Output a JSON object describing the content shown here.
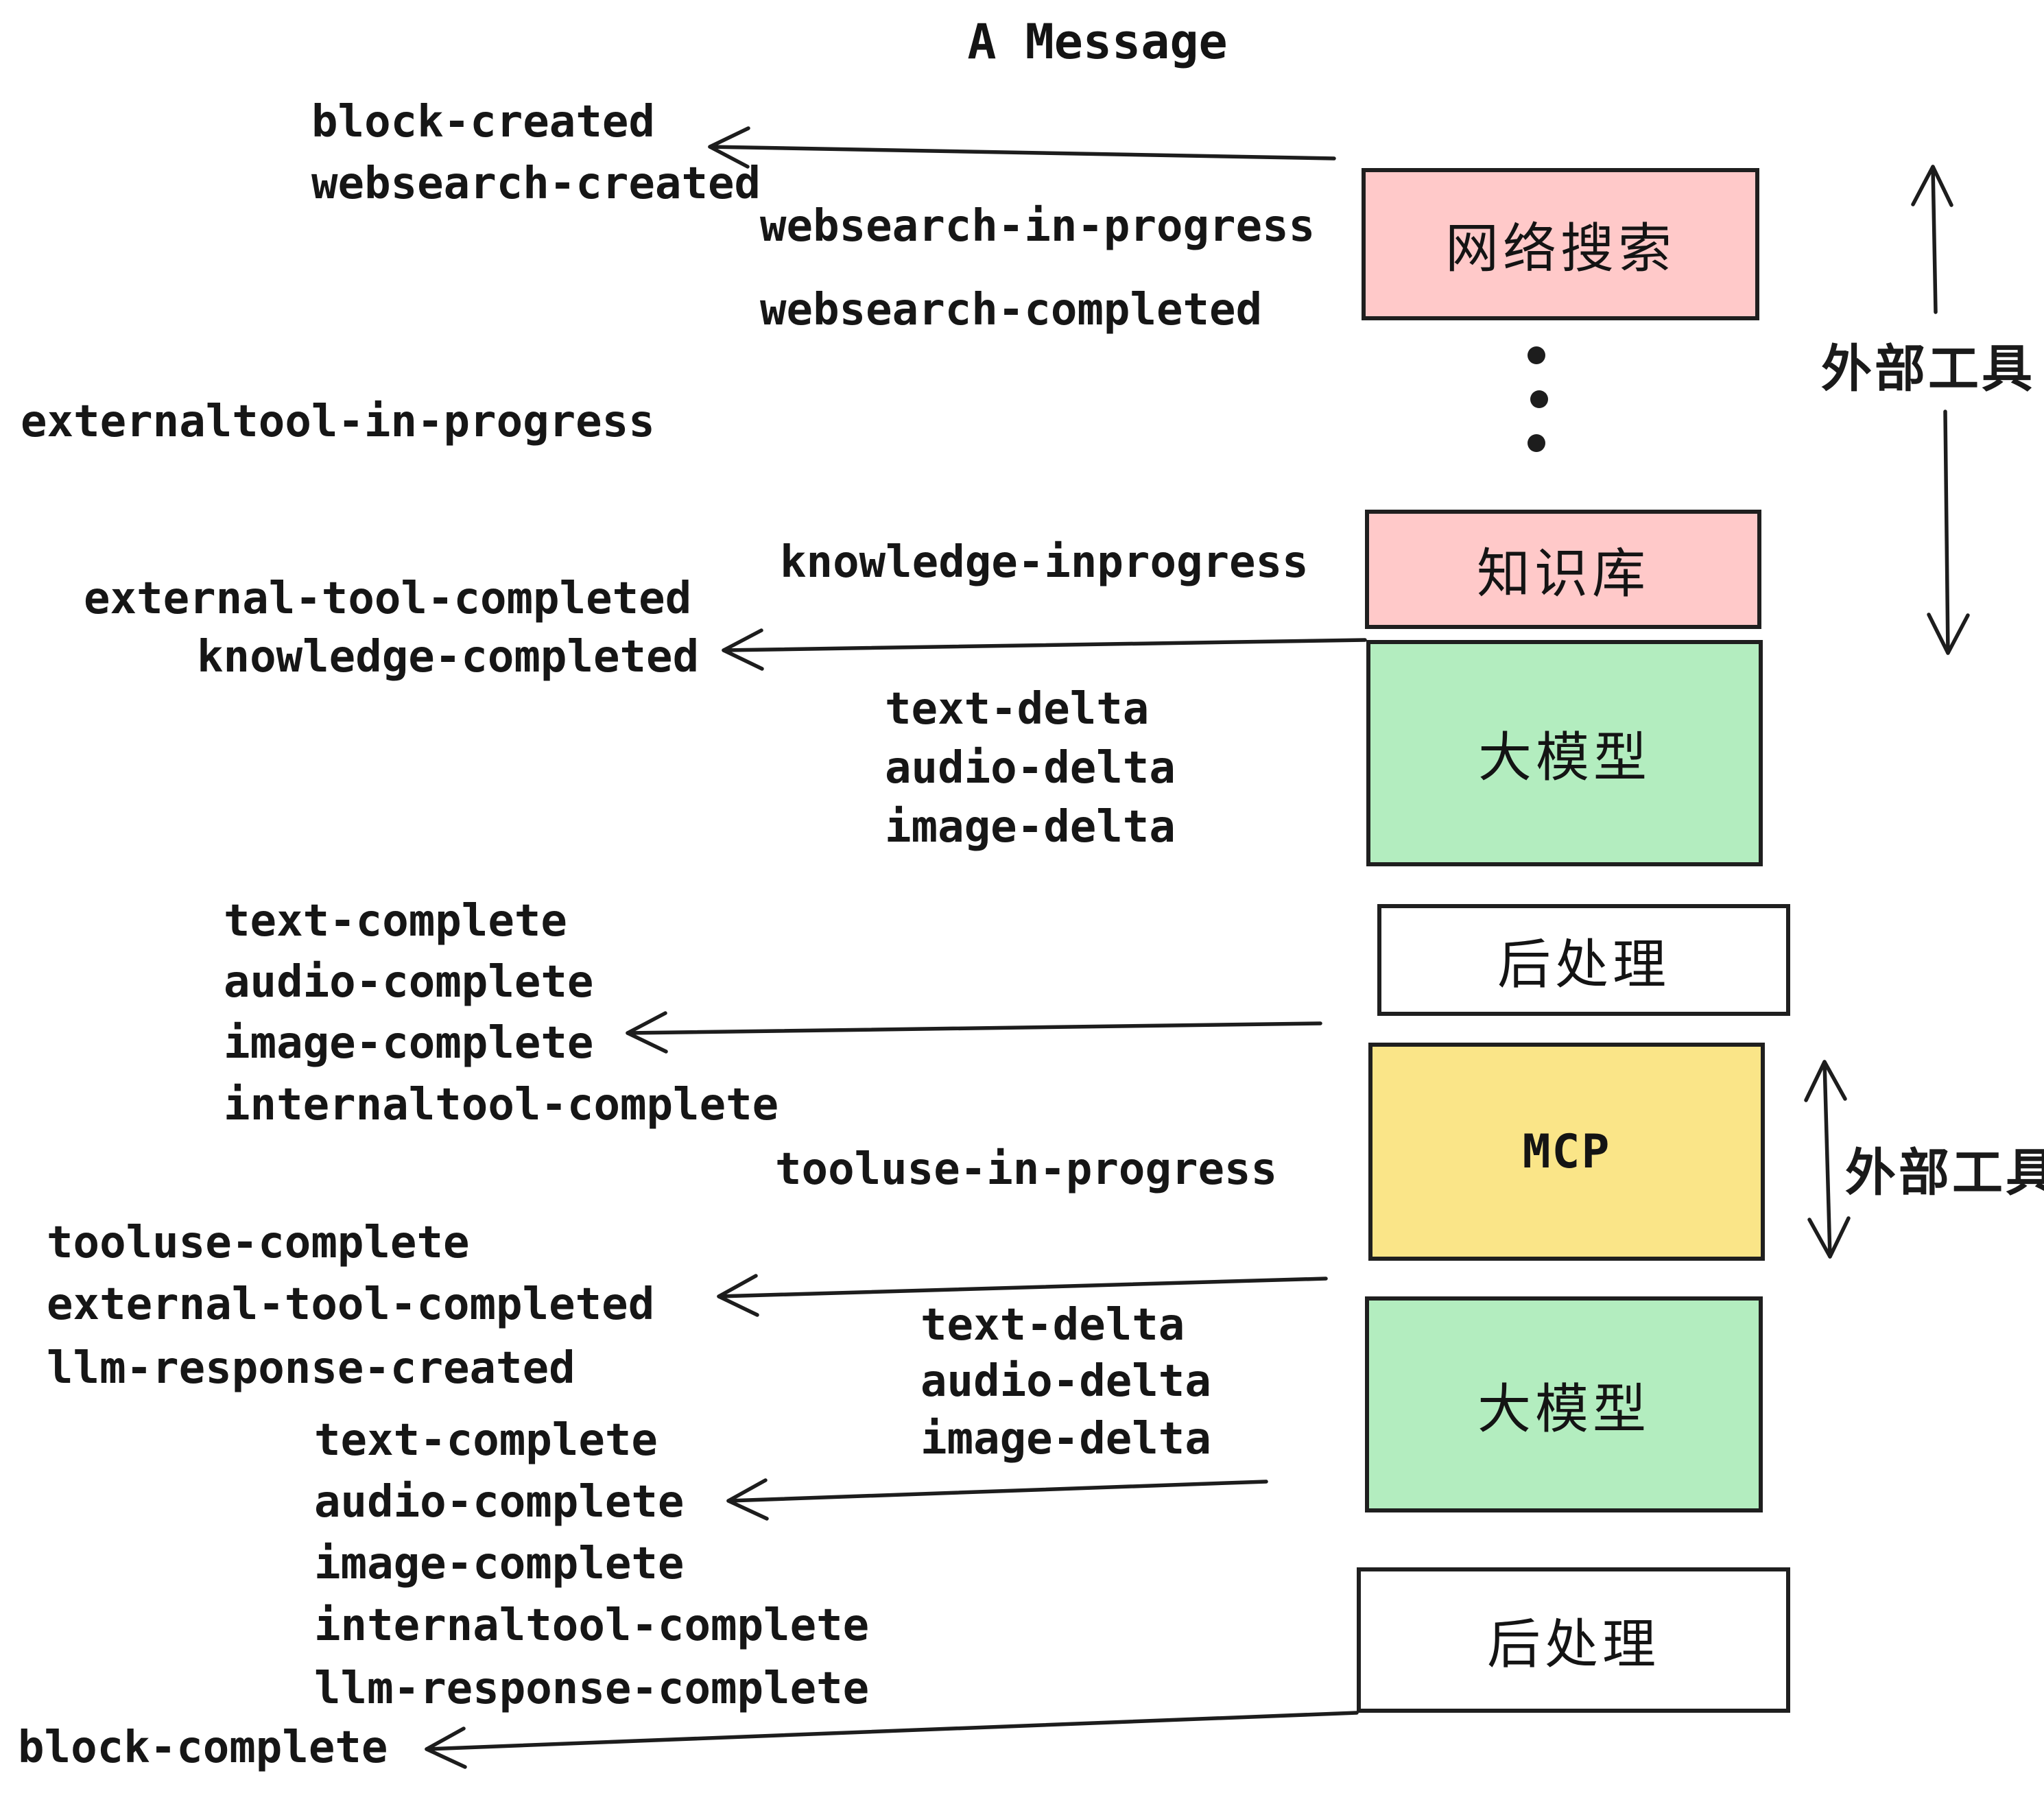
{
  "title": "A Message",
  "colors": {
    "background": "#FFFFFF",
    "external_source_box": "#FFC9C9",
    "llm_box": "#B3EDBF",
    "mcp_box": "#FAE588",
    "postprocess_box": "#FFFFFF",
    "border": "#1F1F1F",
    "text": "#161616"
  },
  "nodes": [
    {
      "label": "网络搜索",
      "type": "external-source"
    },
    {
      "label": "知识库",
      "type": "external-source"
    },
    {
      "label": "大模型",
      "type": "llm"
    },
    {
      "label": "后处理",
      "type": "postprocess"
    },
    {
      "label": "MCP",
      "type": "external-tool"
    },
    {
      "label": "大模型",
      "type": "llm"
    },
    {
      "label": "后处理",
      "type": "postprocess"
    }
  ],
  "side_labels": [
    {
      "text": "外部工具"
    },
    {
      "text": "外部工具"
    }
  ],
  "events": [
    {
      "text": "block-created"
    },
    {
      "text": "websearch-created"
    },
    {
      "text": "websearch-in-progress"
    },
    {
      "text": "websearch-completed"
    },
    {
      "text": "externaltool-in-progress"
    },
    {
      "text": "knowledge-inprogress"
    },
    {
      "text": "external-tool-completed"
    },
    {
      "text": "knowledge-completed"
    },
    {
      "text": "text-delta"
    },
    {
      "text": "audio-delta"
    },
    {
      "text": "image-delta"
    },
    {
      "text": "text-complete"
    },
    {
      "text": "audio-complete"
    },
    {
      "text": "image-complete"
    },
    {
      "text": "internaltool-complete"
    },
    {
      "text": "tooluse-in-progress"
    },
    {
      "text": "tooluse-complete"
    },
    {
      "text": "external-tool-completed"
    },
    {
      "text": "llm-response-created"
    },
    {
      "text": "text-complete"
    },
    {
      "text": "audio-complete"
    },
    {
      "text": "image-complete"
    },
    {
      "text": "internaltool-complete"
    },
    {
      "text": "llm-response-complete"
    },
    {
      "text": "block-complete"
    },
    {
      "text": "text-delta"
    },
    {
      "text": "audio-delta"
    },
    {
      "text": "image-delta"
    }
  ]
}
